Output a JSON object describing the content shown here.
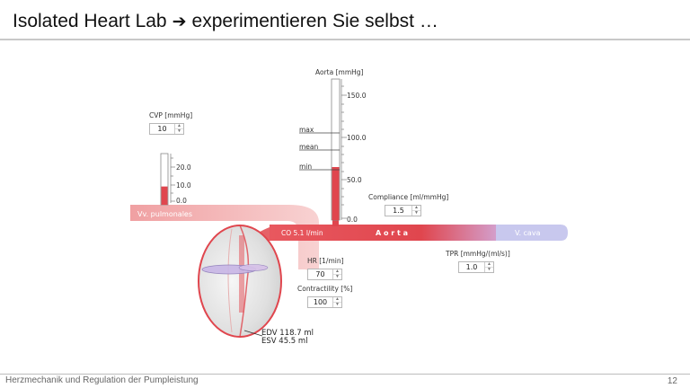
{
  "header": {
    "title_left": "Isolated Heart Lab",
    "title_right": "experimentieren Sie selbst …"
  },
  "footer": {
    "text": "Herzmechanik und Regulation der Pumpleistung",
    "page": "12"
  },
  "cvp": {
    "label": "CVP [mmHg]",
    "value": "10",
    "ticks": [
      "20.0",
      "10.0",
      "0.0"
    ],
    "level": 10
  },
  "aorta_gauge": {
    "label": "Aorta [mmHg]",
    "ticks": [
      "150.0",
      "100.0",
      "50.0",
      "0.0"
    ],
    "markers": [
      "max",
      "mean",
      "min"
    ],
    "level": 62
  },
  "compliance": {
    "label": "Compliance [ml/mmHg]",
    "value": "1.5"
  },
  "tpr": {
    "label": "TPR [mmHg/(ml/s)]",
    "value": "1.0"
  },
  "hr": {
    "label": "HR [1/min]",
    "value": "70"
  },
  "contractility": {
    "label": "Contractility [%]",
    "value": "100"
  },
  "vessels": {
    "pulmonary": "Vv. pulmonales",
    "co": "CO 5.1 l/min",
    "aorta": "A o r t a",
    "vcava": "V. cava"
  },
  "heart": {
    "edv": "EDV 118.7 ml",
    "esv": "ESV 45.5 ml"
  },
  "colors": {
    "red": "#e0464e",
    "pink": "#f4c0c0",
    "lavender": "#c8c8ee"
  }
}
